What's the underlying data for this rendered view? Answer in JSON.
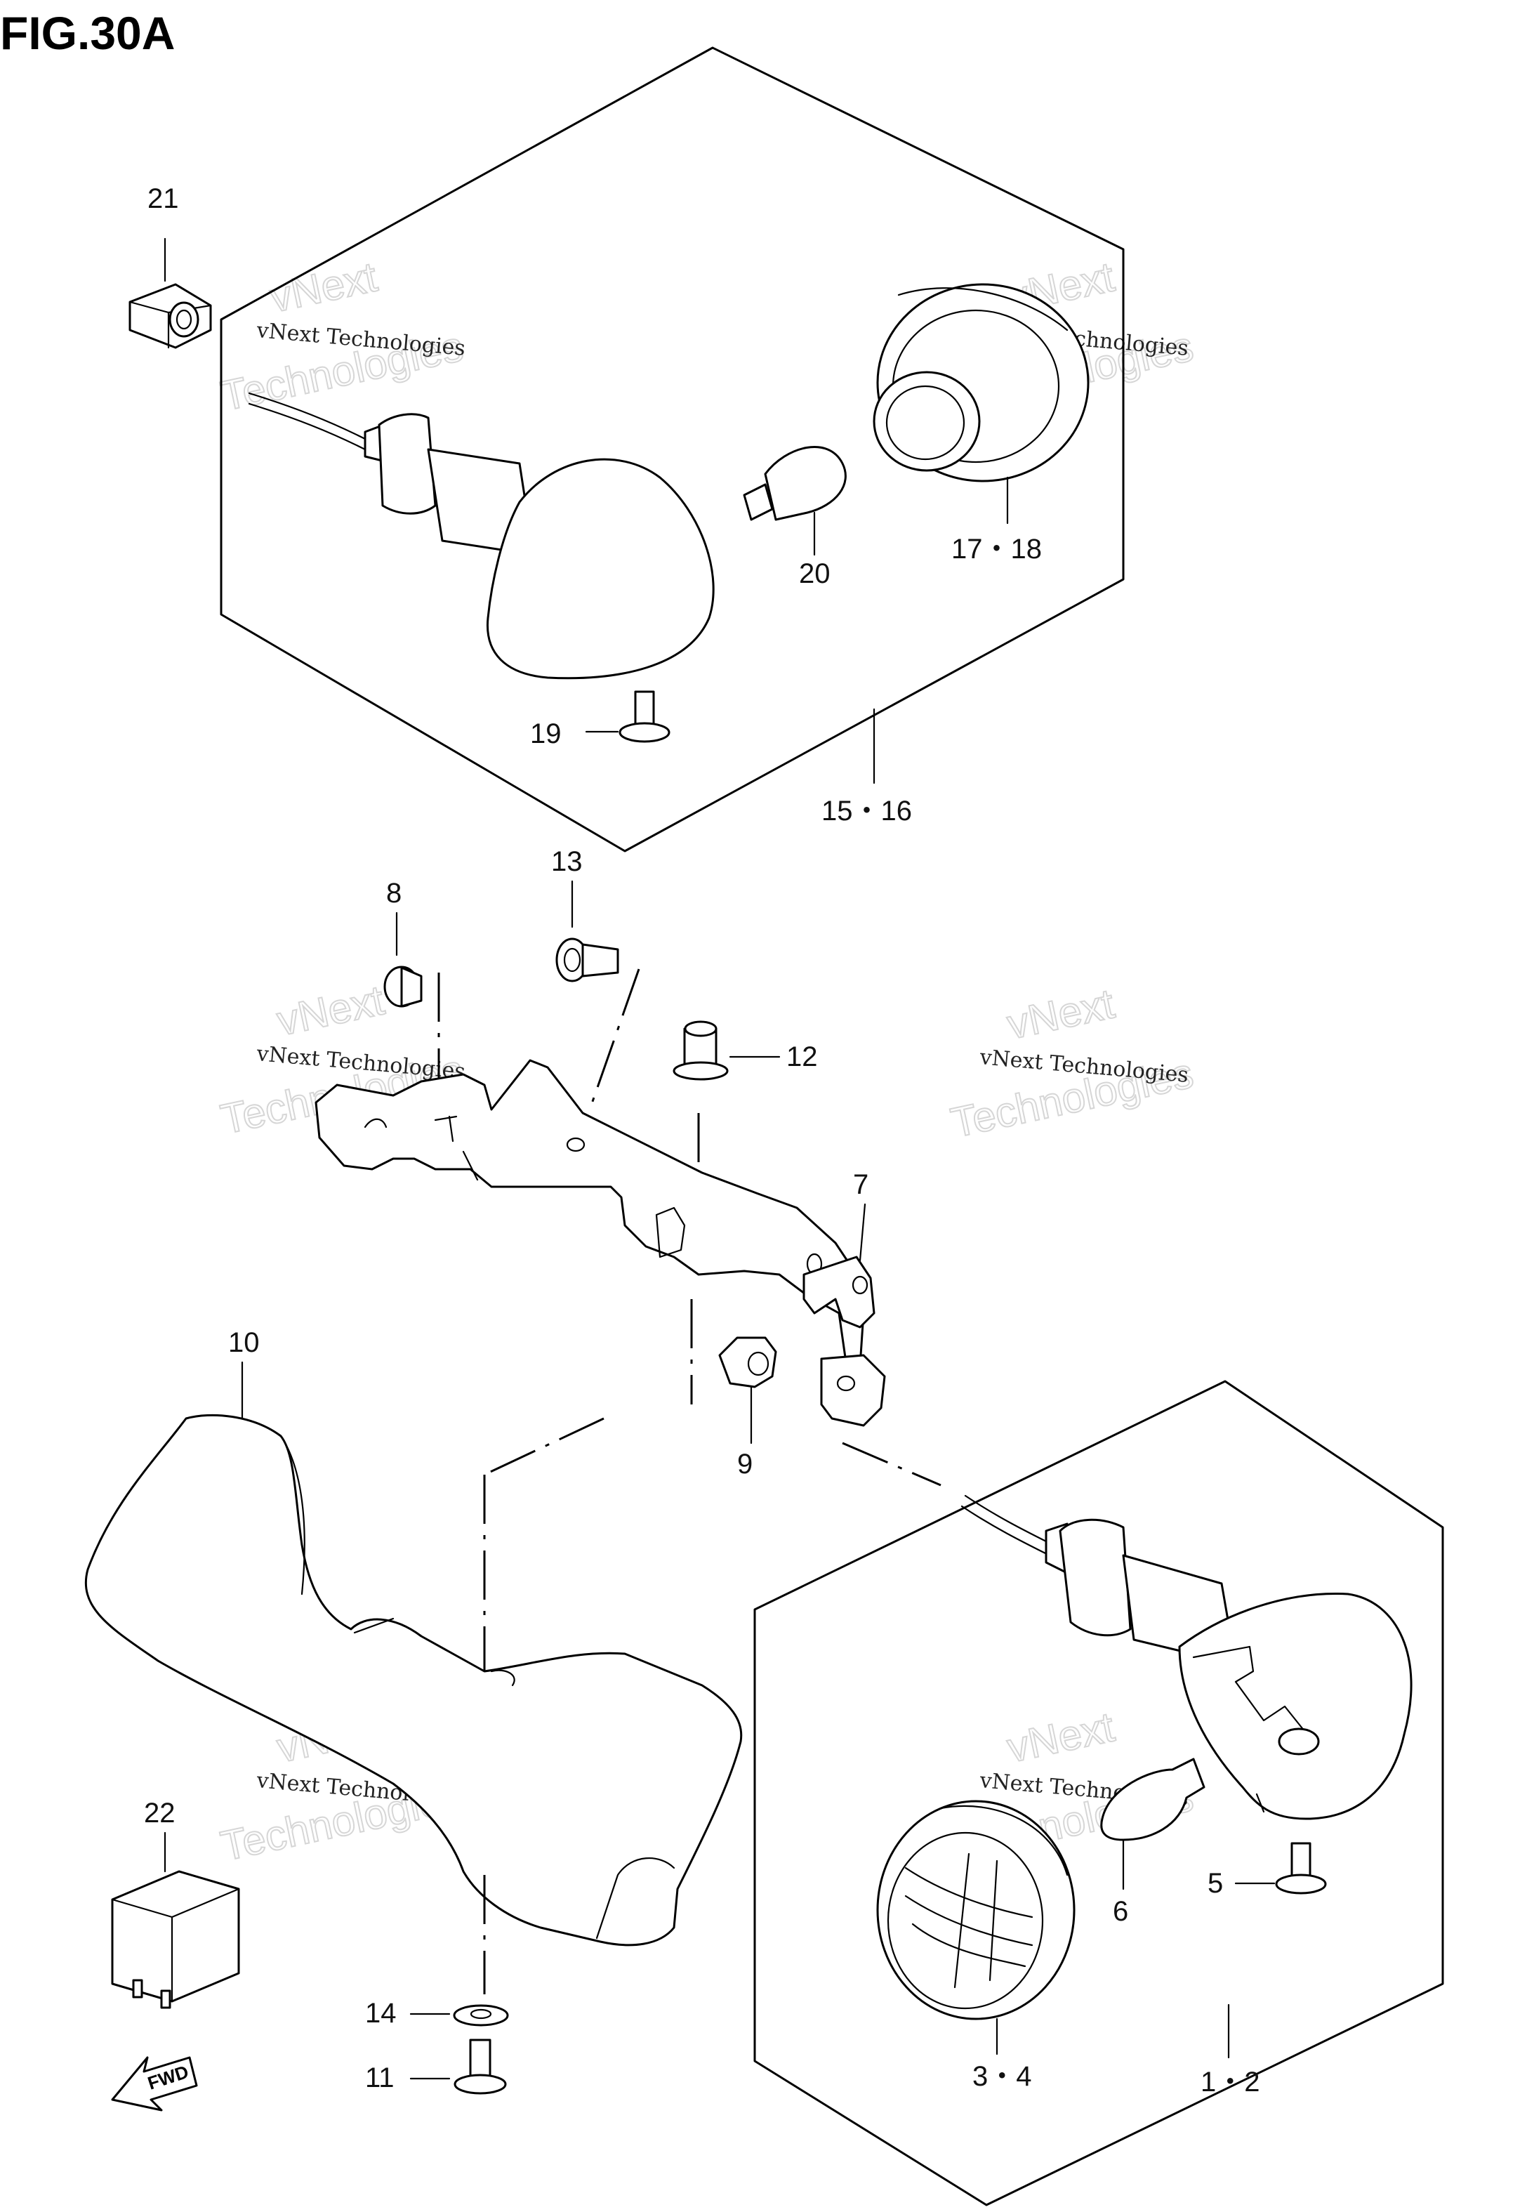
{
  "title": "FIG.30A",
  "watermark": {
    "line1": "vNext Technologies",
    "outline_top": "vNext",
    "outline_bottom": "Technologies"
  },
  "callouts": {
    "p21": "21",
    "p20": "20",
    "p17_18": "17・18",
    "p19": "19",
    "p15_16": "15・16",
    "p13": "13",
    "p8": "8",
    "p12": "12",
    "p7": "7",
    "p10": "10",
    "p9": "9",
    "p22": "22",
    "p5": "5",
    "p6": "6",
    "p14": "14",
    "p11": "11",
    "p3_4": "3・4",
    "p1_2": "1・2"
  },
  "fwd_arrow": "FWD"
}
